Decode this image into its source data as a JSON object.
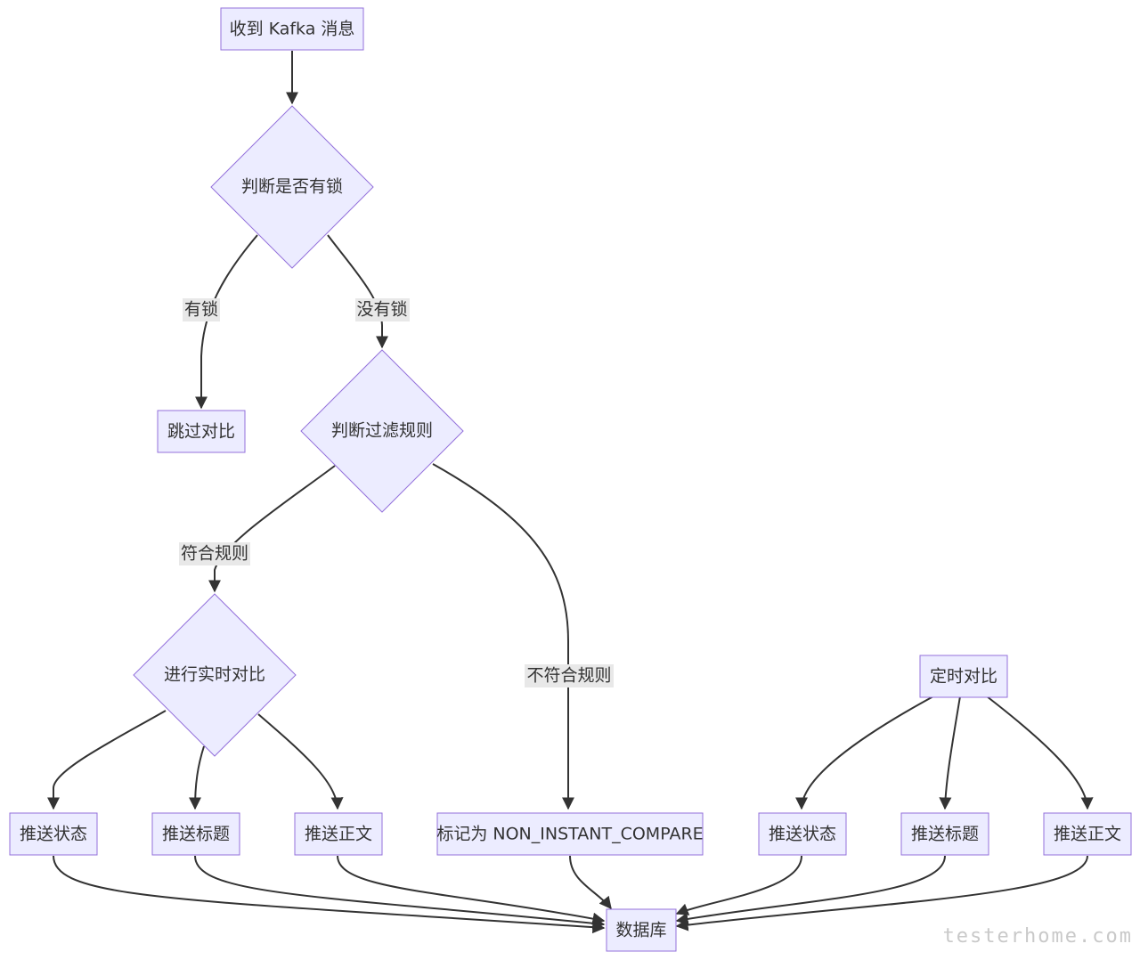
{
  "nodes": {
    "kafka": {
      "label": "收到 Kafka 消息"
    },
    "lock": {
      "label": "判断是否有锁"
    },
    "skip": {
      "label": "跳过对比"
    },
    "filter": {
      "label": "判断过滤规则"
    },
    "realtime": {
      "label": "进行实时对比"
    },
    "timed": {
      "label": "定时对比"
    },
    "mark": {
      "label": "标记为 NON_INSTANT_COMPARE"
    },
    "push_status_a": {
      "label": "推送状态"
    },
    "push_title_a": {
      "label": "推送标题"
    },
    "push_body_a": {
      "label": "推送正文"
    },
    "push_status_b": {
      "label": "推送状态"
    },
    "push_title_b": {
      "label": "推送标题"
    },
    "push_body_b": {
      "label": "推送正文"
    },
    "db": {
      "label": "数据库"
    }
  },
  "edge_labels": {
    "has_lock": "有锁",
    "no_lock": "没有锁",
    "match_rule": "符合规则",
    "no_match_rule": "不符合规则"
  },
  "edges": [
    {
      "from": "kafka",
      "to": "lock"
    },
    {
      "from": "lock",
      "to": "skip",
      "label": "有锁"
    },
    {
      "from": "lock",
      "to": "filter",
      "label": "没有锁"
    },
    {
      "from": "filter",
      "to": "realtime",
      "label": "符合规则"
    },
    {
      "from": "filter",
      "to": "mark",
      "label": "不符合规则"
    },
    {
      "from": "realtime",
      "to": "push_status_a"
    },
    {
      "from": "realtime",
      "to": "push_title_a"
    },
    {
      "from": "realtime",
      "to": "push_body_a"
    },
    {
      "from": "timed",
      "to": "push_status_b"
    },
    {
      "from": "timed",
      "to": "push_title_b"
    },
    {
      "from": "timed",
      "to": "push_body_b"
    },
    {
      "from": "push_status_a",
      "to": "db"
    },
    {
      "from": "push_title_a",
      "to": "db"
    },
    {
      "from": "push_body_a",
      "to": "db"
    },
    {
      "from": "mark",
      "to": "db"
    },
    {
      "from": "push_status_b",
      "to": "db"
    },
    {
      "from": "push_title_b",
      "to": "db"
    },
    {
      "from": "push_body_b",
      "to": "db"
    }
  ],
  "colors": {
    "node_fill": "#ECECFF",
    "node_stroke": "#9370DB",
    "edge": "#333333",
    "edge_label_bg": "#e8e8e8"
  },
  "watermark": "testerhome.com"
}
